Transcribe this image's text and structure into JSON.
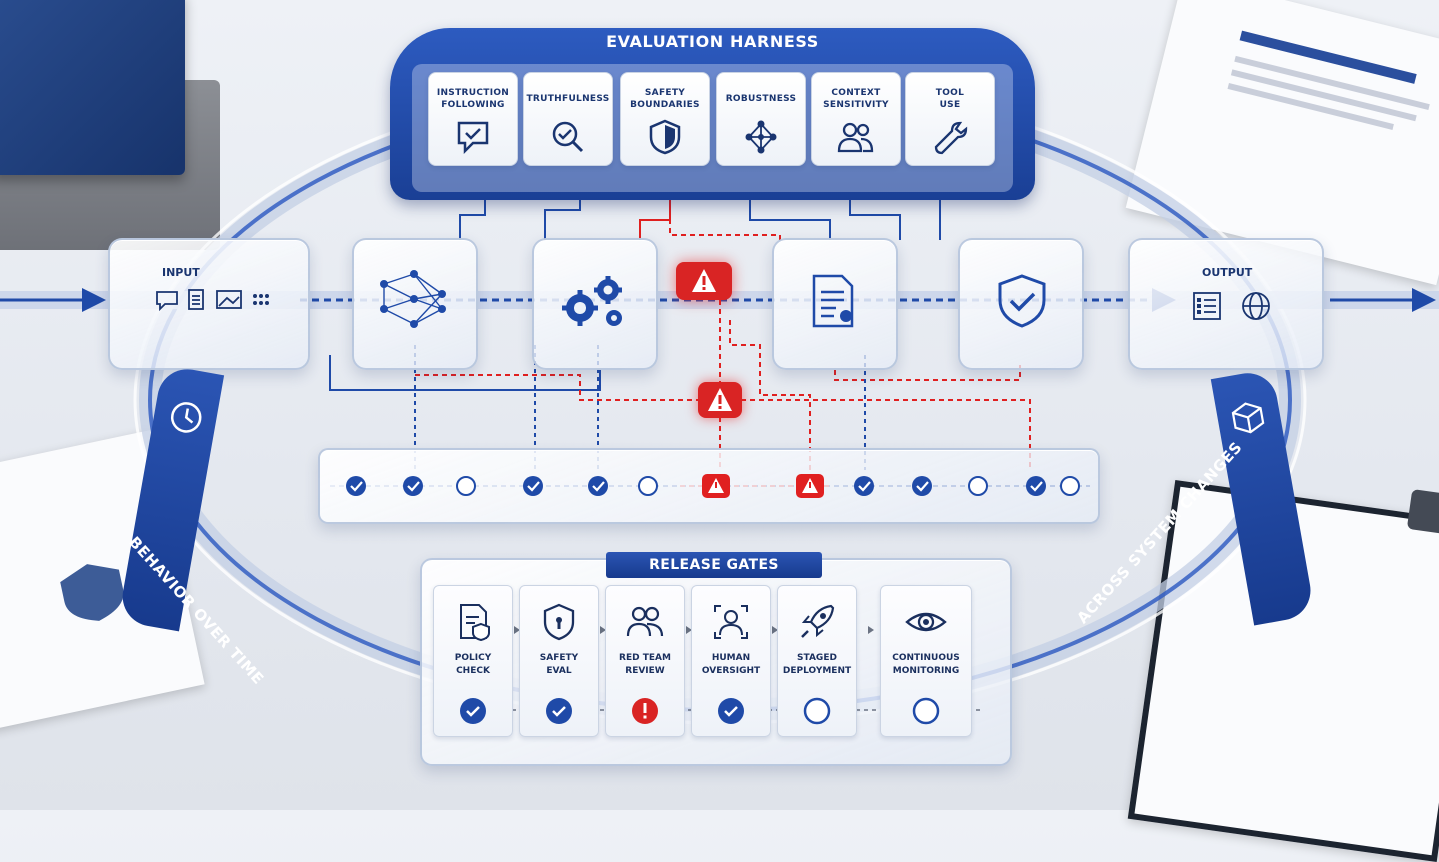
{
  "harness": {
    "title": "EVALUATION HARNESS",
    "tests": [
      {
        "label": "INSTRUCTION\nFOLLOWING",
        "icon": "chat-check-icon"
      },
      {
        "label": "TRUTHFULNESS",
        "icon": "magnifier-check-icon"
      },
      {
        "label": "SAFETY\nBOUNDARIES",
        "icon": "shield-icon"
      },
      {
        "label": "ROBUSTNESS",
        "icon": "network-icon"
      },
      {
        "label": "CONTEXT\nSENSITIVITY",
        "icon": "users-icon"
      },
      {
        "label": "TOOL\nUSE",
        "icon": "wrench-icon"
      }
    ]
  },
  "pipeline": {
    "input_label": "INPUT",
    "output_label": "OUTPUT",
    "stages": [
      {
        "icon": "neural-network-icon"
      },
      {
        "icon": "gears-icon"
      },
      {
        "icon": "warning-icon"
      },
      {
        "icon": "document-icon"
      },
      {
        "icon": "shield-check-icon"
      }
    ]
  },
  "timeline": {
    "markers": [
      "check",
      "check",
      "pending",
      "check",
      "check",
      "pending",
      "warning",
      "warning",
      "check",
      "check",
      "pending",
      "check",
      "pending"
    ]
  },
  "side_labels": {
    "left": "BEHAVIOR OVER TIME",
    "right": "ACROSS SYSTEM CHANGES"
  },
  "release_gates": {
    "title": "RELEASE GATES",
    "gates": [
      {
        "label": "POLICY\nCHECK",
        "icon": "policy-doc-icon",
        "status": "pass"
      },
      {
        "label": "SAFETY\nEVAL",
        "icon": "shield-icon",
        "status": "pass"
      },
      {
        "label": "RED TEAM\nREVIEW",
        "icon": "users-icon",
        "status": "alert"
      },
      {
        "label": "HUMAN\nOVERSIGHT",
        "icon": "person-frame-icon",
        "status": "pass"
      },
      {
        "label": "STAGED\nDEPLOYMENT",
        "icon": "rocket-icon",
        "status": "pending"
      },
      {
        "label": "CONTINUOUS\nMONITORING",
        "icon": "eye-icon",
        "status": "pending"
      }
    ]
  },
  "colors": {
    "primary": "#1f4aa8",
    "alert": "#e02020",
    "glass": "#eef2f8"
  }
}
